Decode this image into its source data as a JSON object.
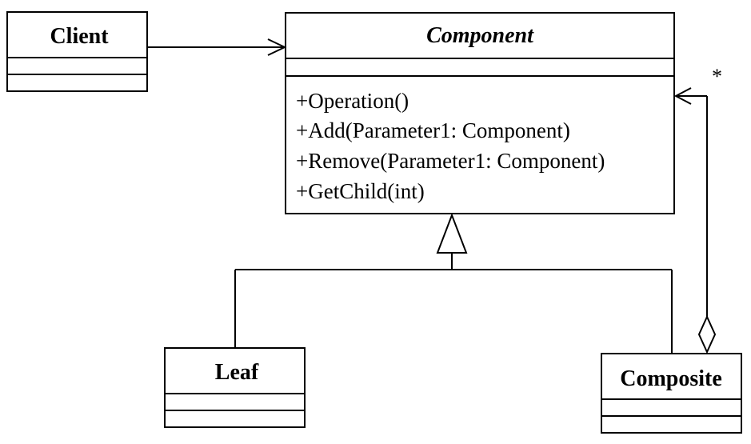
{
  "classes": {
    "client": {
      "name": "Client",
      "members": []
    },
    "component": {
      "name": "Component",
      "abstract": true,
      "members": [
        "+Operation()",
        "+Add(Parameter1: Component)",
        "+Remove(Parameter1: Component)",
        "+GetChild(int)"
      ]
    },
    "leaf": {
      "name": "Leaf",
      "members": []
    },
    "composite": {
      "name": "Composite",
      "members": []
    }
  },
  "relations": {
    "association": {
      "from": "Client",
      "to": "Component"
    },
    "generalization": {
      "parent": "Component",
      "children": [
        "Leaf",
        "Composite"
      ]
    },
    "aggregation": {
      "whole": "Composite",
      "part": "Component",
      "multiplicity": "*"
    }
  }
}
